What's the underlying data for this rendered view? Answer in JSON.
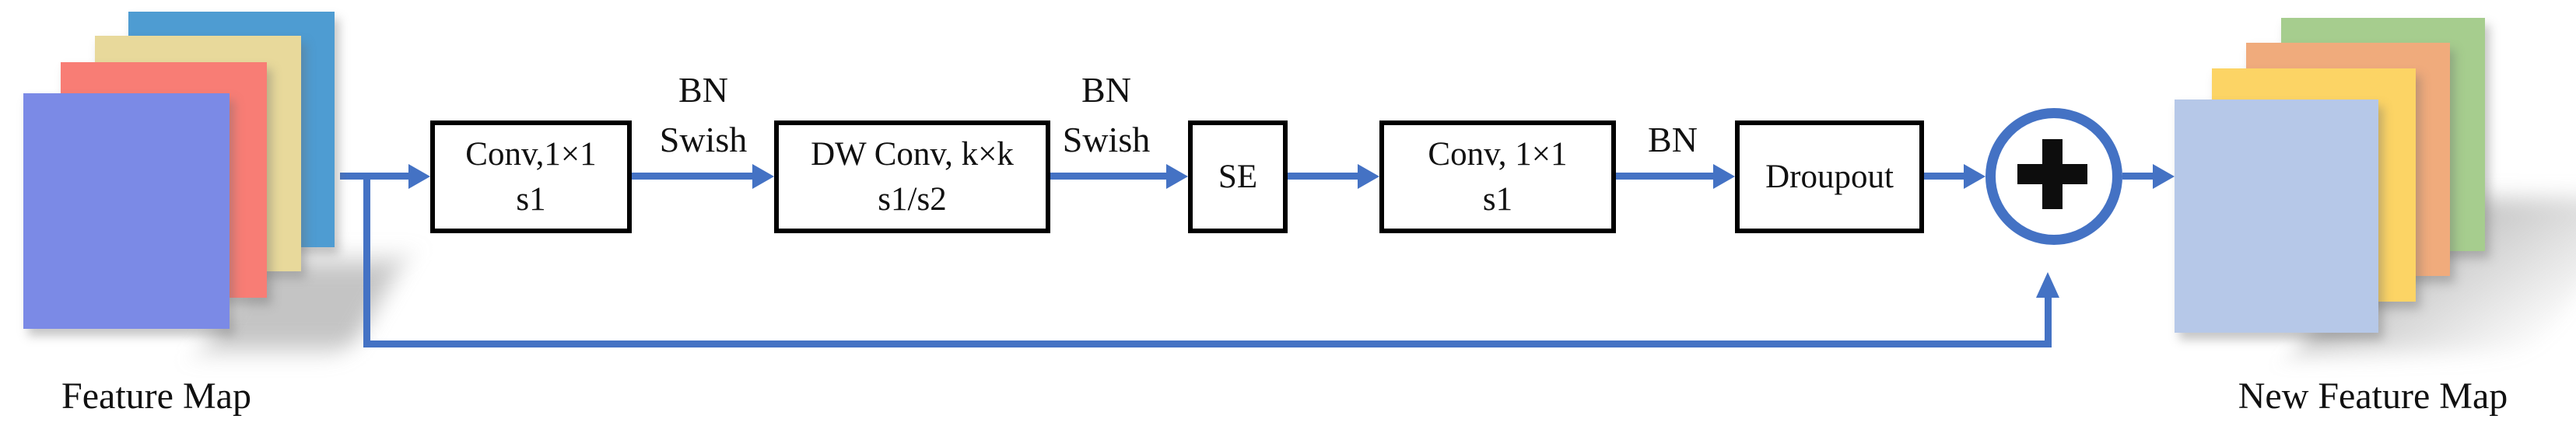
{
  "colors": {
    "arrow_blue": "#4472c4",
    "box_border": "#000000",
    "box_fill": "#ffffff",
    "plus_black": "#0d0d0d",
    "left_card_back_blue": "#4e9cd2",
    "left_card_khaki": "#e8d99b",
    "left_card_salmon": "#f87d75",
    "left_card_front_periwinkle": "#7b8ae6",
    "right_card_back_green": "#a6cd8e",
    "right_card_orange": "#f0ab7c",
    "right_card_gold": "#fcd465",
    "right_card_front_blue": "#b6c8e8"
  },
  "left_stack": {
    "label": "Feature Map",
    "cards": [
      "back-blue",
      "khaki",
      "salmon",
      "front-periwinkle"
    ]
  },
  "right_stack": {
    "label": "New Feature Map",
    "cards": [
      "back-green",
      "orange",
      "gold",
      "front-light-blue"
    ]
  },
  "flow": {
    "boxes": [
      {
        "id": "expand-conv",
        "lines": [
          "Conv,1×1",
          "s1"
        ]
      },
      {
        "id": "depthwise-conv",
        "lines": [
          "DW Conv, k×k",
          "s1/s2"
        ]
      },
      {
        "id": "squeeze-excite",
        "lines": [
          "SE"
        ]
      },
      {
        "id": "project-conv",
        "lines": [
          "Conv, 1×1",
          "s1"
        ]
      },
      {
        "id": "dropout",
        "lines": [
          "Droupout"
        ]
      }
    ],
    "edge_labels": [
      {
        "lines": [
          "BN",
          "Swish"
        ]
      },
      {
        "lines": [
          "BN",
          "Swish"
        ]
      },
      {
        "lines": [
          "BN"
        ]
      }
    ],
    "sum_label": "+"
  }
}
